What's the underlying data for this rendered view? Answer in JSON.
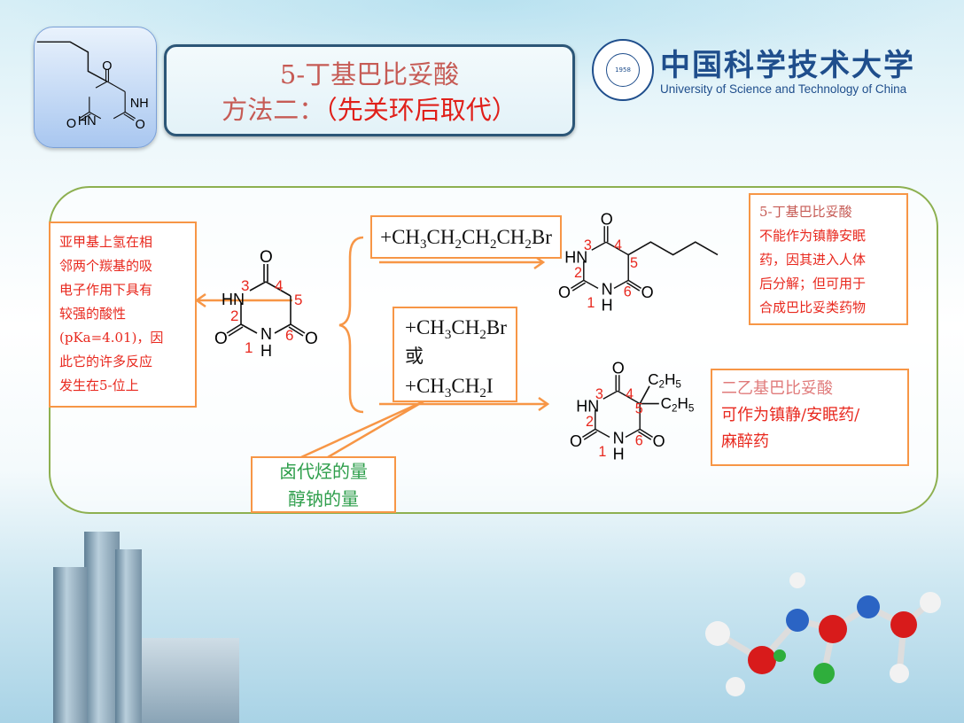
{
  "header": {
    "title_line1": "5-丁基巴比妥酸",
    "title_line2_prefix": "方法二：",
    "title_line2_highlight": "（先关环后取代）"
  },
  "logo": {
    "chinese_name": "中国科学技术大学",
    "english_name": "University of Science and Technology of China",
    "seal_year": "1958"
  },
  "atoms": {
    "O": "O",
    "HN": "HN",
    "N": "N",
    "H": "H",
    "NH": "NH",
    "C2H5_C": "C",
    "C2H5_sub2": "2",
    "C2H5_H": "H",
    "C2H5_sub5": "5"
  },
  "positions": {
    "n1": "1",
    "n2": "2",
    "n3": "3",
    "n4": "4",
    "n5": "5",
    "n6": "6"
  },
  "left_note": {
    "lines": [
      "亚甲基上氢在相",
      "邻两个羰基的吸",
      "电子作用下具有",
      "较强的酸性",
      "(pKa=4.01)，因",
      "此它的许多反应",
      "发生在5-位上"
    ]
  },
  "reagents": {
    "butyl_bromide": [
      {
        "t": "+CH"
      },
      {
        "s": "3"
      },
      {
        "t": "CH"
      },
      {
        "s": "2"
      },
      {
        "t": "CH"
      },
      {
        "s": "2"
      },
      {
        "t": "CH"
      },
      {
        "s": "2"
      },
      {
        "t": "Br"
      }
    ],
    "ethyl_bromide": [
      {
        "t": "+CH"
      },
      {
        "s": "3"
      },
      {
        "t": "CH"
      },
      {
        "s": "2"
      },
      {
        "t": "Br"
      }
    ],
    "or": "或",
    "ethyl_iodide": [
      {
        "t": "+CH"
      },
      {
        "s": "3"
      },
      {
        "t": "CH"
      },
      {
        "s": "2"
      },
      {
        "t": "I"
      }
    ]
  },
  "callout": {
    "lines": [
      "卤代烃的量",
      "醇钠的量"
    ]
  },
  "note_butyl": {
    "lines": [
      "5-丁基巴比妥酸",
      "不能作为镇静安眠",
      "药，因其进入人体",
      "后分解；但可用于",
      "合成巴比妥类药物"
    ]
  },
  "note_diethyl": {
    "lines": [
      "二乙基巴比妥酸",
      "可作为镇静/安眠药/",
      "麻醉药"
    ]
  },
  "colors": {
    "accent_orange": "#f79646",
    "text_red": "#e8281e",
    "panel_green": "#8db050",
    "callout_green": "#2e9e4b",
    "brand_blue": "#1f4e8c"
  }
}
